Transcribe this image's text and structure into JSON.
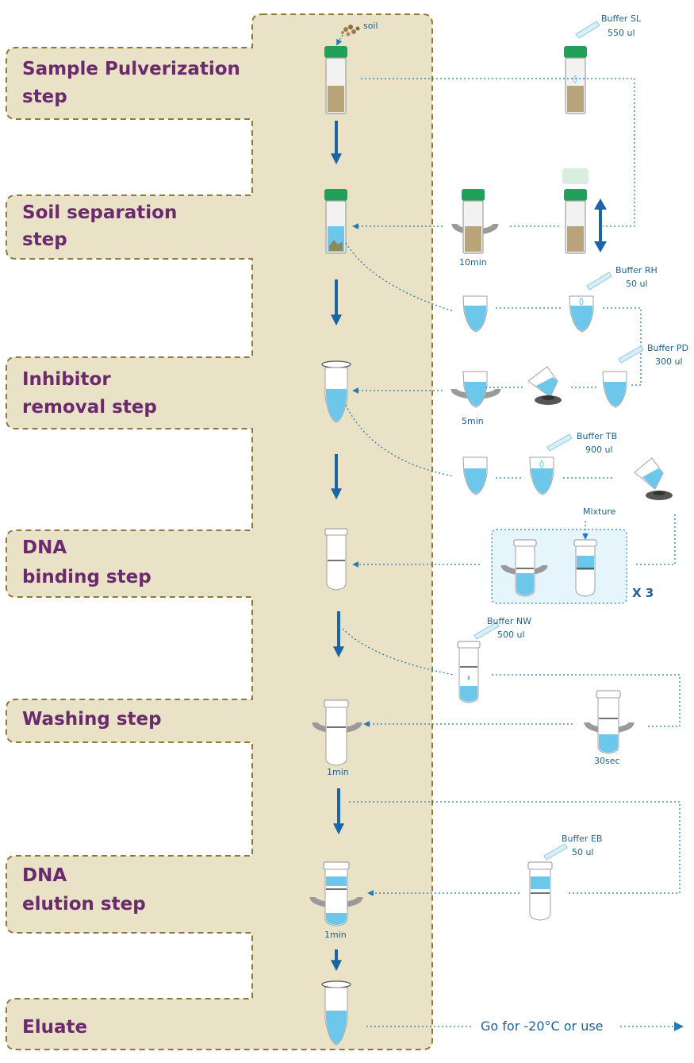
{
  "steps": [
    {
      "line1": "Sample Pulverization",
      "line2": "step"
    },
    {
      "line1": "Soil separation",
      "line2": "step"
    },
    {
      "line1": "Inhibitor",
      "line2": "removal step"
    },
    {
      "line1": "DNA",
      "line2": "binding step"
    },
    {
      "line1": "Washing step",
      "line2": ""
    },
    {
      "line1": "DNA",
      "line2": "elution step"
    },
    {
      "line1": "Eluate",
      "line2": ""
    }
  ],
  "labels": {
    "soil": "soil",
    "buffer_sl": "Buffer SL",
    "buffer_sl_vol": "550 ul",
    "buffer_rh": "Buffer RH",
    "buffer_rh_vol": "50 ul",
    "buffer_pd": "Buffer PD",
    "buffer_pd_vol": "300 ul",
    "buffer_tb": "Buffer TB",
    "buffer_tb_vol": "900 ul",
    "mixture": "Mixture",
    "repeat": "X 3",
    "buffer_nw": "Buffer NW",
    "buffer_nw_vol": "500 ul",
    "buffer_eb": "Buffer EB",
    "buffer_eb_vol": "50 ul",
    "go_for": "Go for -20°C or use"
  },
  "times": {
    "t10min": "10min",
    "t5min": "5min",
    "t1min_a": "1min",
    "t30sec": "30sec",
    "t1min_b": "1min"
  },
  "colors": {
    "label": "#6b2a6e",
    "panel": "#e9e2c6",
    "arrow": "#1b64a6",
    "liquid": "#6cc7ea",
    "cap": "#21a05a"
  }
}
